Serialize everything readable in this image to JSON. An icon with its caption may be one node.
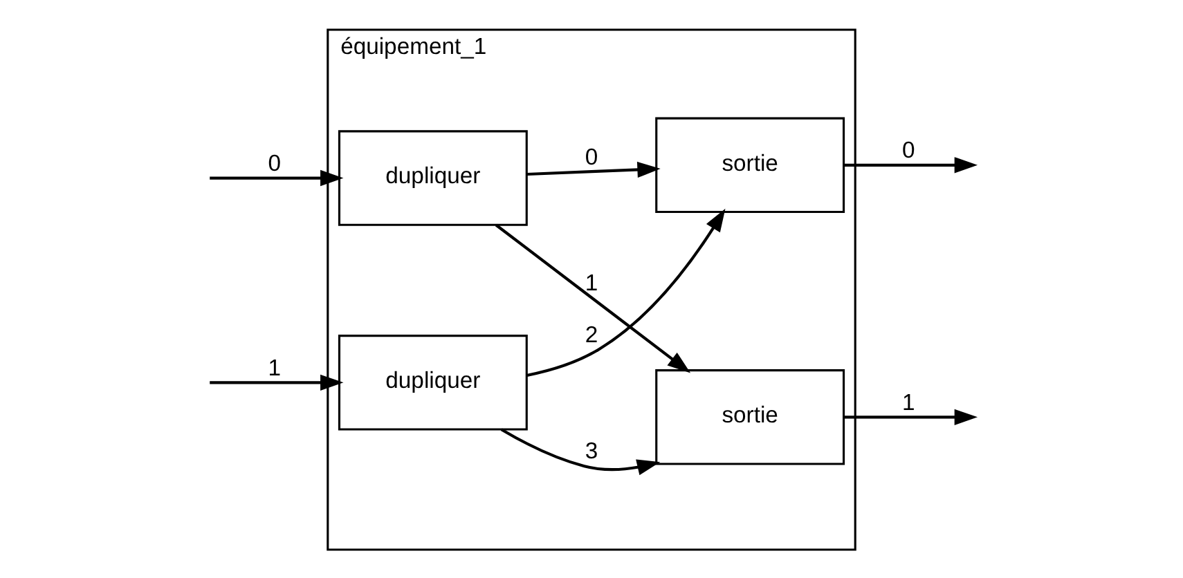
{
  "diagram": {
    "nodes": [
      {
        "text": [
          "équipement_1"
        ]
      },
      {
        "text": [
          "dupliquer"
        ],
        "in": 0
      },
      {
        "text": [
          "sortie"
        ],
        "in": 0
      },
      {
        "text": [
          "dupliquer"
        ],
        "in": 0
      },
      {
        "text": [
          "sortie"
        ],
        "in": 0
      }
    ],
    "edges": [
      {
        "from": null,
        "to": 1,
        "arrow": "to",
        "label": "0"
      },
      {
        "from": 1,
        "to": 2,
        "arrow": "to",
        "label": "0"
      },
      {
        "from": 1,
        "to": 4,
        "arrow": "to",
        "label": "1"
      },
      {
        "from": 3,
        "to": 2,
        "arrow": "to",
        "label": "2"
      },
      {
        "from": 3,
        "to": 4,
        "arrow": "to",
        "label": "3"
      },
      {
        "from": null,
        "to": 3,
        "arrow": "to",
        "label": "1"
      },
      {
        "from": 2,
        "to": null,
        "arrow": "to",
        "label": "0"
      },
      {
        "from": 4,
        "to": null,
        "arrow": "to",
        "label": "1"
      }
    ]
  }
}
